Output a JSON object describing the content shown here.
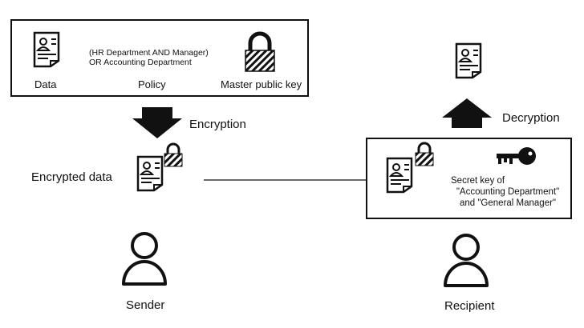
{
  "top": {
    "data_label": "Data",
    "policy_label": "Policy",
    "policy_line1": "(HR Department AND Manager)",
    "policy_line2": "OR Accounting Department",
    "key_label": "Master public key"
  },
  "flow": {
    "encryption_label": "Encryption",
    "decryption_label": "Decryption",
    "encrypted_data_label": "Encrypted data"
  },
  "recipient_box": {
    "secret_line1": "Secret key of",
    "secret_line2": "\"Accounting Department\"",
    "secret_line3": "and \"General Manager\""
  },
  "actors": {
    "sender_label": "Sender",
    "recipient_label": "Recipient"
  },
  "icons": [
    "document-icon",
    "padlock-icon",
    "key-icon",
    "person-icon",
    "arrow-down-icon",
    "arrow-up-icon"
  ]
}
